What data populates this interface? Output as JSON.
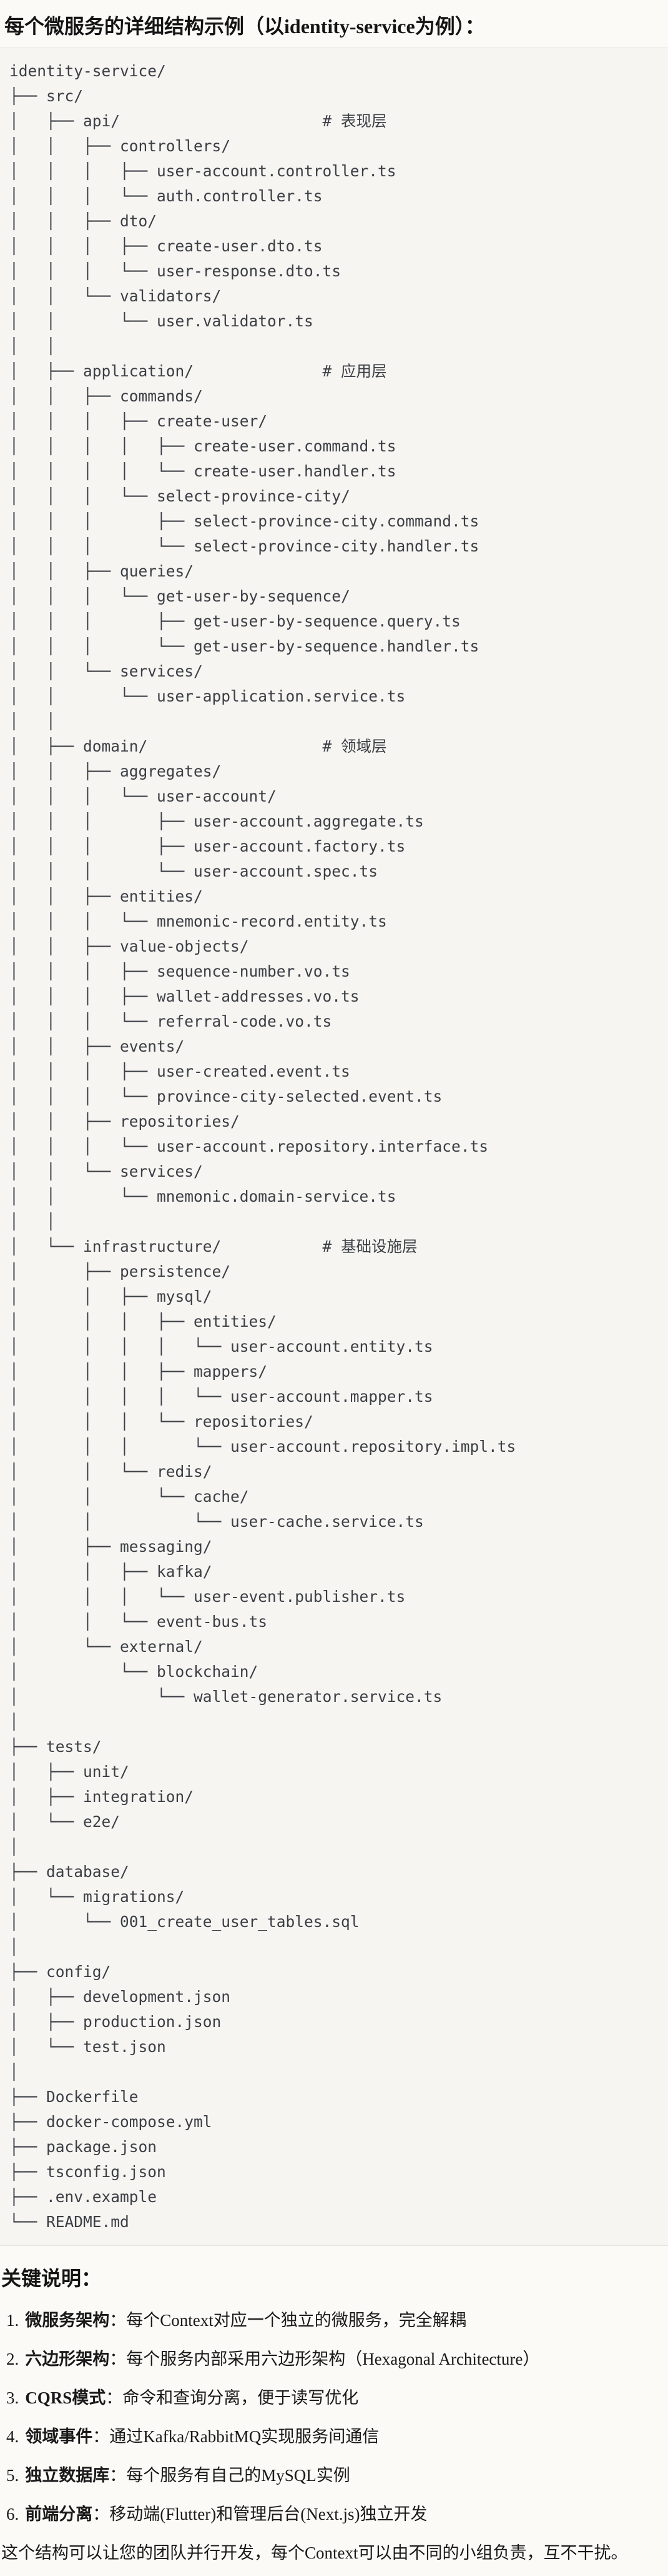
{
  "title": "每个微服务的详细结构示例（以identity-service为例）：",
  "tree": {
    "lines": [
      "identity-service/",
      "├── src/",
      "│   ├── api/                      # 表现层",
      "│   │   ├── controllers/",
      "│   │   │   ├── user-account.controller.ts",
      "│   │   │   └── auth.controller.ts",
      "│   │   ├── dto/",
      "│   │   │   ├── create-user.dto.ts",
      "│   │   │   └── user-response.dto.ts",
      "│   │   └── validators/",
      "│   │       └── user.validator.ts",
      "│   │",
      "│   ├── application/              # 应用层",
      "│   │   ├── commands/",
      "│   │   │   ├── create-user/",
      "│   │   │   │   ├── create-user.command.ts",
      "│   │   │   │   └── create-user.handler.ts",
      "│   │   │   └── select-province-city/",
      "│   │   │       ├── select-province-city.command.ts",
      "│   │   │       └── select-province-city.handler.ts",
      "│   │   ├── queries/",
      "│   │   │   └── get-user-by-sequence/",
      "│   │   │       ├── get-user-by-sequence.query.ts",
      "│   │   │       └── get-user-by-sequence.handler.ts",
      "│   │   └── services/",
      "│   │       └── user-application.service.ts",
      "│   │",
      "│   ├── domain/                   # 领域层",
      "│   │   ├── aggregates/",
      "│   │   │   └── user-account/",
      "│   │   │       ├── user-account.aggregate.ts",
      "│   │   │       ├── user-account.factory.ts",
      "│   │   │       └── user-account.spec.ts",
      "│   │   ├── entities/",
      "│   │   │   └── mnemonic-record.entity.ts",
      "│   │   ├── value-objects/",
      "│   │   │   ├── sequence-number.vo.ts",
      "│   │   │   ├── wallet-addresses.vo.ts",
      "│   │   │   └── referral-code.vo.ts",
      "│   │   ├── events/",
      "│   │   │   ├── user-created.event.ts",
      "│   │   │   └── province-city-selected.event.ts",
      "│   │   ├── repositories/",
      "│   │   │   └── user-account.repository.interface.ts",
      "│   │   └── services/",
      "│   │       └── mnemonic.domain-service.ts",
      "│   │",
      "│   └── infrastructure/           # 基础设施层",
      "│       ├── persistence/",
      "│       │   ├── mysql/",
      "│       │   │   ├── entities/",
      "│       │   │   │   └── user-account.entity.ts",
      "│       │   │   ├── mappers/",
      "│       │   │   │   └── user-account.mapper.ts",
      "│       │   │   └── repositories/",
      "│       │   │       └── user-account.repository.impl.ts",
      "│       │   └── redis/",
      "│       │       └── cache/",
      "│       │           └── user-cache.service.ts",
      "│       ├── messaging/",
      "│       │   ├── kafka/",
      "│       │   │   └── user-event.publisher.ts",
      "│       │   └── event-bus.ts",
      "│       └── external/",
      "│           └── blockchain/",
      "│               └── wallet-generator.service.ts",
      "│",
      "├── tests/",
      "│   ├── unit/",
      "│   ├── integration/",
      "│   └── e2e/",
      "│",
      "├── database/",
      "│   └── migrations/",
      "│       └── 001_create_user_tables.sql",
      "│",
      "├── config/",
      "│   ├── development.json",
      "│   ├── production.json",
      "│   └── test.json",
      "│",
      "├── Dockerfile",
      "├── docker-compose.yml",
      "├── package.json",
      "├── tsconfig.json",
      "├── .env.example",
      "└── README.md"
    ]
  },
  "notes": {
    "heading": "关键说明：",
    "items": [
      {
        "number": "1.",
        "term": "微服务架构",
        "desc": "：每个Context对应一个独立的微服务，完全解耦"
      },
      {
        "number": "2.",
        "term": "六边形架构",
        "desc": "：每个服务内部采用六边形架构（Hexagonal Architecture）"
      },
      {
        "number": "3.",
        "term": "CQRS模式",
        "desc": "：命令和查询分离，便于读写优化"
      },
      {
        "number": "4.",
        "term": "领域事件",
        "desc": "：通过Kafka/RabbitMQ实现服务间通信"
      },
      {
        "number": "5.",
        "term": "独立数据库",
        "desc": "：每个服务有自己的MySQL实例"
      },
      {
        "number": "6.",
        "term": "前端分离",
        "desc": "：移动端(Flutter)和管理后台(Next.js)独立开发"
      }
    ],
    "footer": "这个结构可以让您的团队并行开发，每个Context可以由不同的小组负责，互不干扰。"
  }
}
